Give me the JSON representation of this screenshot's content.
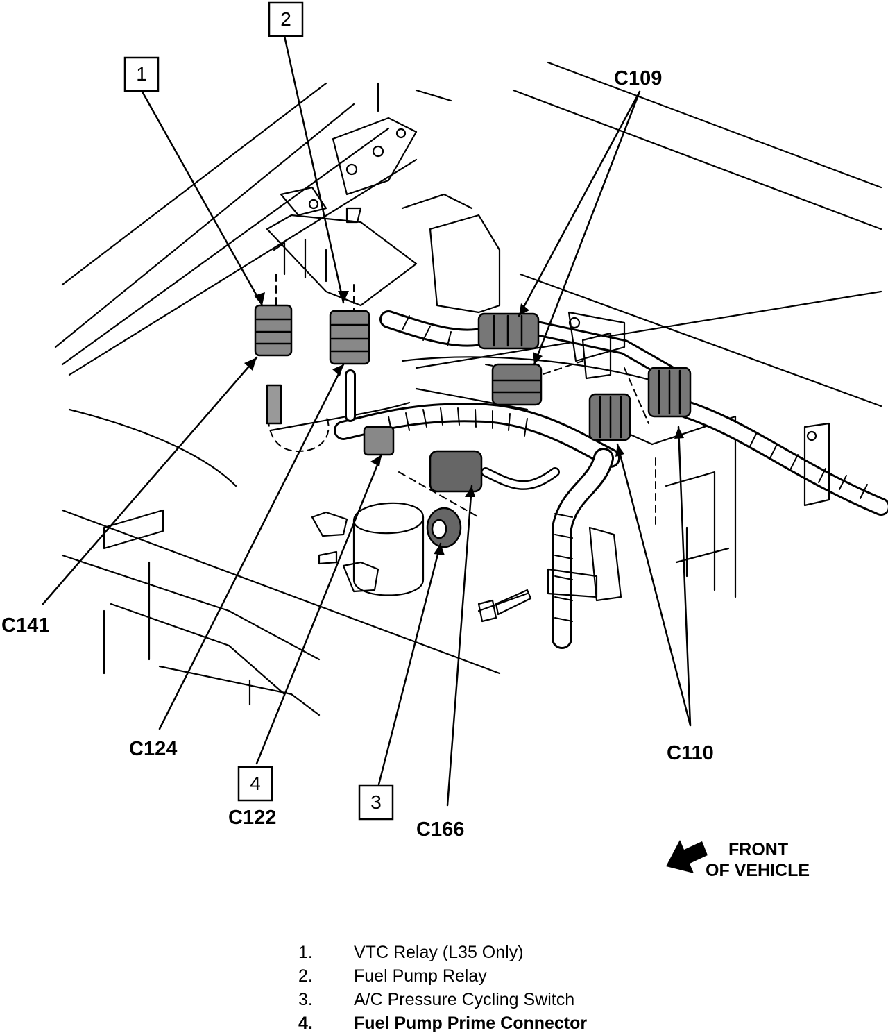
{
  "callouts": [
    {
      "number": "1"
    },
    {
      "number": "2"
    },
    {
      "number": "3"
    },
    {
      "number": "4"
    }
  ],
  "connectors": {
    "c109": "C109",
    "c141": "C141",
    "c124": "C124",
    "c122": "C122",
    "c166": "C166",
    "c110": "C110"
  },
  "orientation": {
    "line1": "FRONT",
    "line2": "OF VEHICLE",
    "icon": "arrow-icon"
  },
  "legend": [
    {
      "num": "1.",
      "text": "VTC Relay (L35 Only)"
    },
    {
      "num": "2.",
      "text": "Fuel Pump Relay"
    },
    {
      "num": "3.",
      "text": "A/C Pressure Cycling Switch"
    },
    {
      "num": "4.",
      "text": "Fuel Pump Prime Connector"
    }
  ]
}
